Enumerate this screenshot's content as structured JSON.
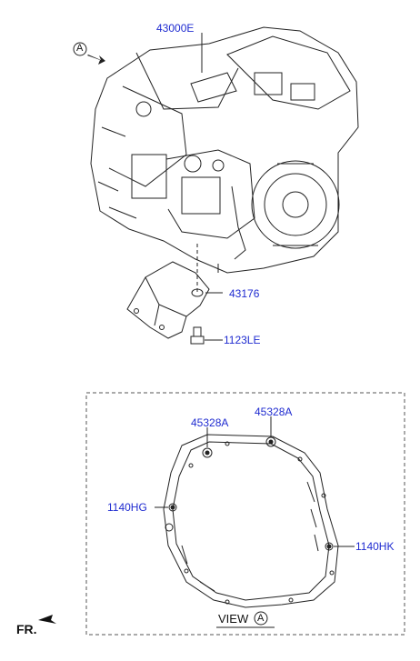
{
  "labels": {
    "assembly": "43000E",
    "bracket": "43176",
    "bolt": "1123LE",
    "plug_left": "45328A",
    "plug_right": "45328A",
    "pin_left": "1140HG",
    "pin_right": "1140HK"
  },
  "view_marker": {
    "letter": "A"
  },
  "view_caption": {
    "text": "VIEW",
    "letter": "A"
  },
  "direction": {
    "text": "FR."
  },
  "colors": {
    "callout": "#1f2bd0",
    "line": "#222222"
  }
}
